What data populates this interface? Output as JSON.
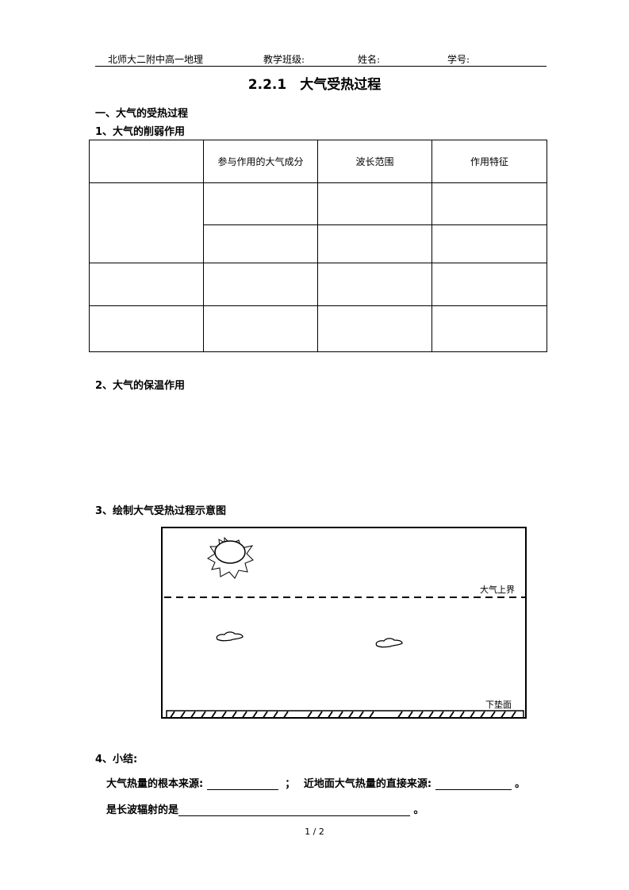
{
  "header": {
    "school": "北师大二附中高一地理",
    "class_label": "教学班级:",
    "name_label": "姓名:",
    "id_label": "学号:"
  },
  "title": "2.2.1　大气受热过程",
  "section1": {
    "heading": "一、大气的受热过程",
    "sub1": "1、大气的削弱作用",
    "table": {
      "headers": [
        "",
        "参与作用的大气成分",
        "波长范围",
        "作用特征"
      ],
      "rows": [
        [
          "",
          "",
          "",
          ""
        ],
        [
          "",
          "",
          ""
        ],
        [
          "",
          "",
          "",
          ""
        ],
        [
          "",
          "",
          "",
          ""
        ]
      ]
    },
    "sub2": "2、大气的保温作用",
    "sub3": "3、绘制大气受热过程示意图"
  },
  "diagram": {
    "top_label": "大气上界",
    "bottom_label": "下垫面",
    "icons": [
      "sun-icon",
      "cloud-icon",
      "cloud-icon"
    ]
  },
  "summary": {
    "heading": "4、小结:",
    "line1_a": "大气热量的根本来源:",
    "line1_sep": "；",
    "line1_b": "近地面大气热量的直接来源:",
    "line1_end": "。",
    "line2_a": "是长波辐射的是",
    "line2_end": "。"
  },
  "footer": {
    "page": "1 / 2"
  }
}
